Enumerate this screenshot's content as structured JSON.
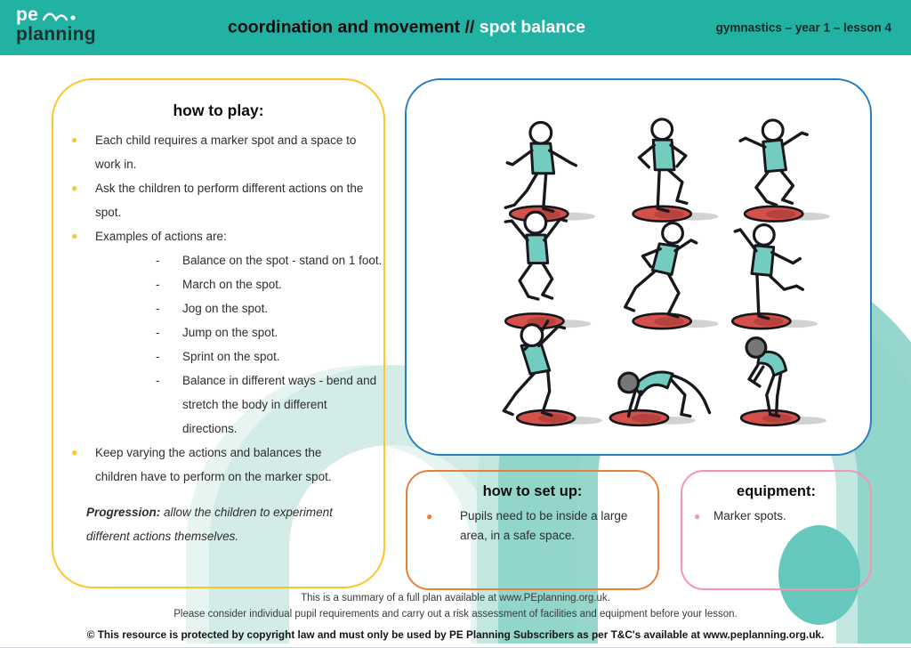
{
  "header": {
    "logo_pe": "pe",
    "logo_planning": "planning",
    "title_dark": "coordination and movement //",
    "title_light": "spot balance",
    "meta": "gymnastics – year 1 – lesson 4"
  },
  "how_to_play": {
    "heading": "how to play:",
    "bullets": [
      "Each child requires a marker spot and a space to work in.",
      "Ask the children to perform different actions on the spot.",
      "Examples of actions are:"
    ],
    "sub_bullets": [
      "Balance on the spot - stand on 1 foot.",
      "March on the spot.",
      "Jog on the spot.",
      "Jump on the spot.",
      "Sprint on the spot.",
      "Balance in different ways - bend and stretch the body in different directions."
    ],
    "closing_bullet": "Keep varying the actions and balances the children have to perform on the marker spot.",
    "progression_label": "Progression:",
    "progression_text": " allow the children to experiment different actions themselves."
  },
  "how_to_set_up": {
    "heading": "how to set up:",
    "bullet": "Pupils need to be inside a large area, in a safe space."
  },
  "equipment": {
    "heading": "equipment:",
    "bullet": "Marker spots."
  },
  "footer": {
    "line1": "This is a summary of a full plan available at www.PEplanning.org.uk.",
    "line2": "Please consider individual pupil requirements and carry out a risk assessment of facilities and equipment before your lesson.",
    "line3": "© This resource is protected by copyright law and must only be used by PE Planning Subscribers as per T&C's available at www.peplanning.org.uk."
  },
  "colors": {
    "header_teal": "#21b2a4",
    "play_border_yellow": "#ffc527",
    "figures_border_blue": "#2b7dc0",
    "setup_border_orange": "#e8803b",
    "equipment_border_pink": "#f595b0",
    "vest_teal": "#74cbbf",
    "spot_red": "#d4504a",
    "deco_teal_light": "#d8efeb",
    "deco_teal_medium": "#8ed3c9"
  }
}
